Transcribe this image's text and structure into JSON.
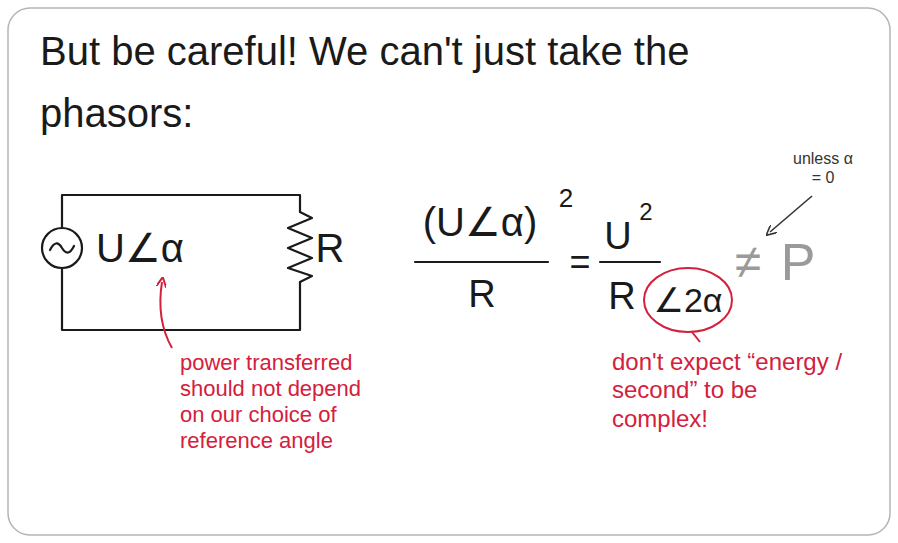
{
  "diagram": {
    "title": "But be careful! We can't just take the phasors:",
    "labels": [
      "U∠α",
      "R",
      "unless α = 0",
      "(U∠α)",
      "2",
      "R",
      "=",
      "U",
      "2",
      "R",
      "∠2α",
      "≠",
      "P",
      "power transferred should not depend on our choice of reference angle",
      "don't expect “energy / second” to be complex!"
    ]
  }
}
